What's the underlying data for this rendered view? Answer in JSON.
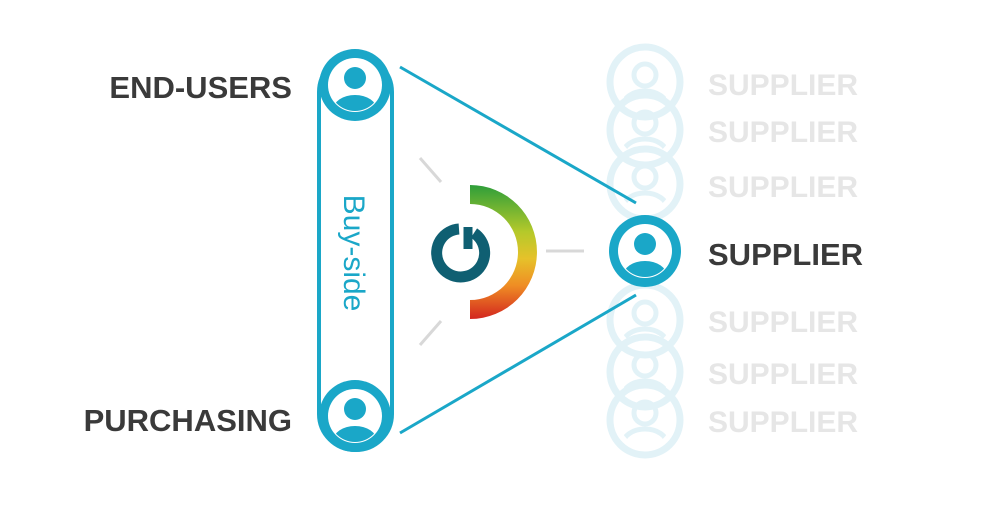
{
  "diagram": {
    "roles": {
      "end_users": "END-USERS",
      "purchasing": "PURCHASING"
    },
    "buy_side_label": "Buy-side",
    "suppliers": {
      "ghost_labels": [
        "SUPPLIER",
        "SUPPLIER",
        "SUPPLIER",
        "SUPPLIER",
        "SUPPLIER",
        "SUPPLIER"
      ],
      "active_label": "SUPPLIER"
    },
    "icons": {
      "person": "user-icon",
      "center": "power-gauge-icon"
    },
    "colors": {
      "accent": "#1aa7c8",
      "dark_text": "#3a3a3a",
      "ghost_text": "#e6e6e6",
      "ghost_circle": "#dff1f6",
      "power_ring": "#0f5f72",
      "connector_gray": "#d8d8d8",
      "gauge_green": "#2e9e3a",
      "gauge_yellow": "#e6c22a",
      "gauge_orange": "#ef8d24",
      "gauge_red": "#d3261f"
    }
  }
}
